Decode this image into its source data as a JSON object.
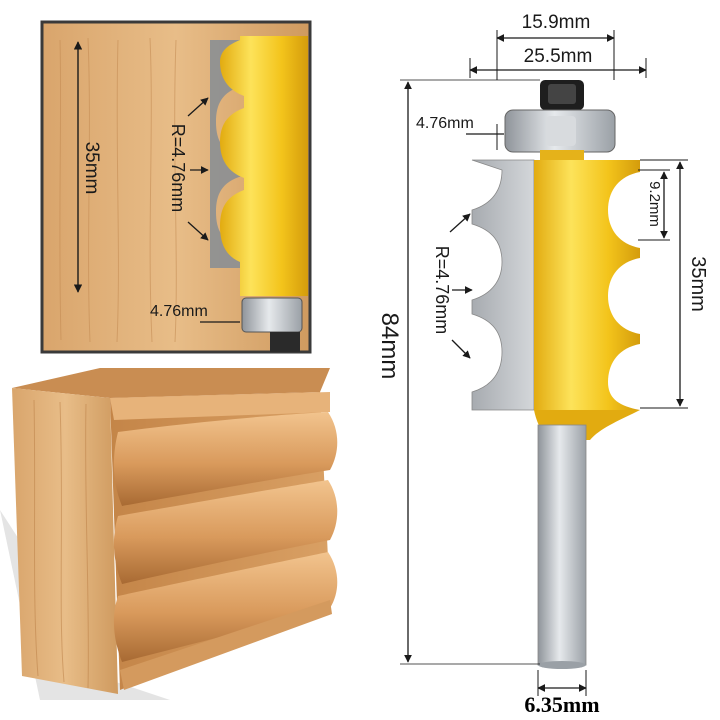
{
  "colors": {
    "wood_light": "#e3b47e",
    "wood_dark": "#b8793f",
    "cutter_yellow": "#f3c41b",
    "steel": "#c5c9ce",
    "frame": "#3a3a3a"
  },
  "labels": {
    "inset_height": "35mm",
    "inset_radius": "R=4.76mm",
    "inset_bearing": "4.76mm",
    "top_inner": "15.9mm",
    "top_outer": "25.5mm",
    "bearing_offset": "4.76mm",
    "radius": "R=4.76mm",
    "profile_step": "9.2mm",
    "cut_height": "35mm",
    "total_length": "84mm",
    "shank": "6.35mm"
  }
}
